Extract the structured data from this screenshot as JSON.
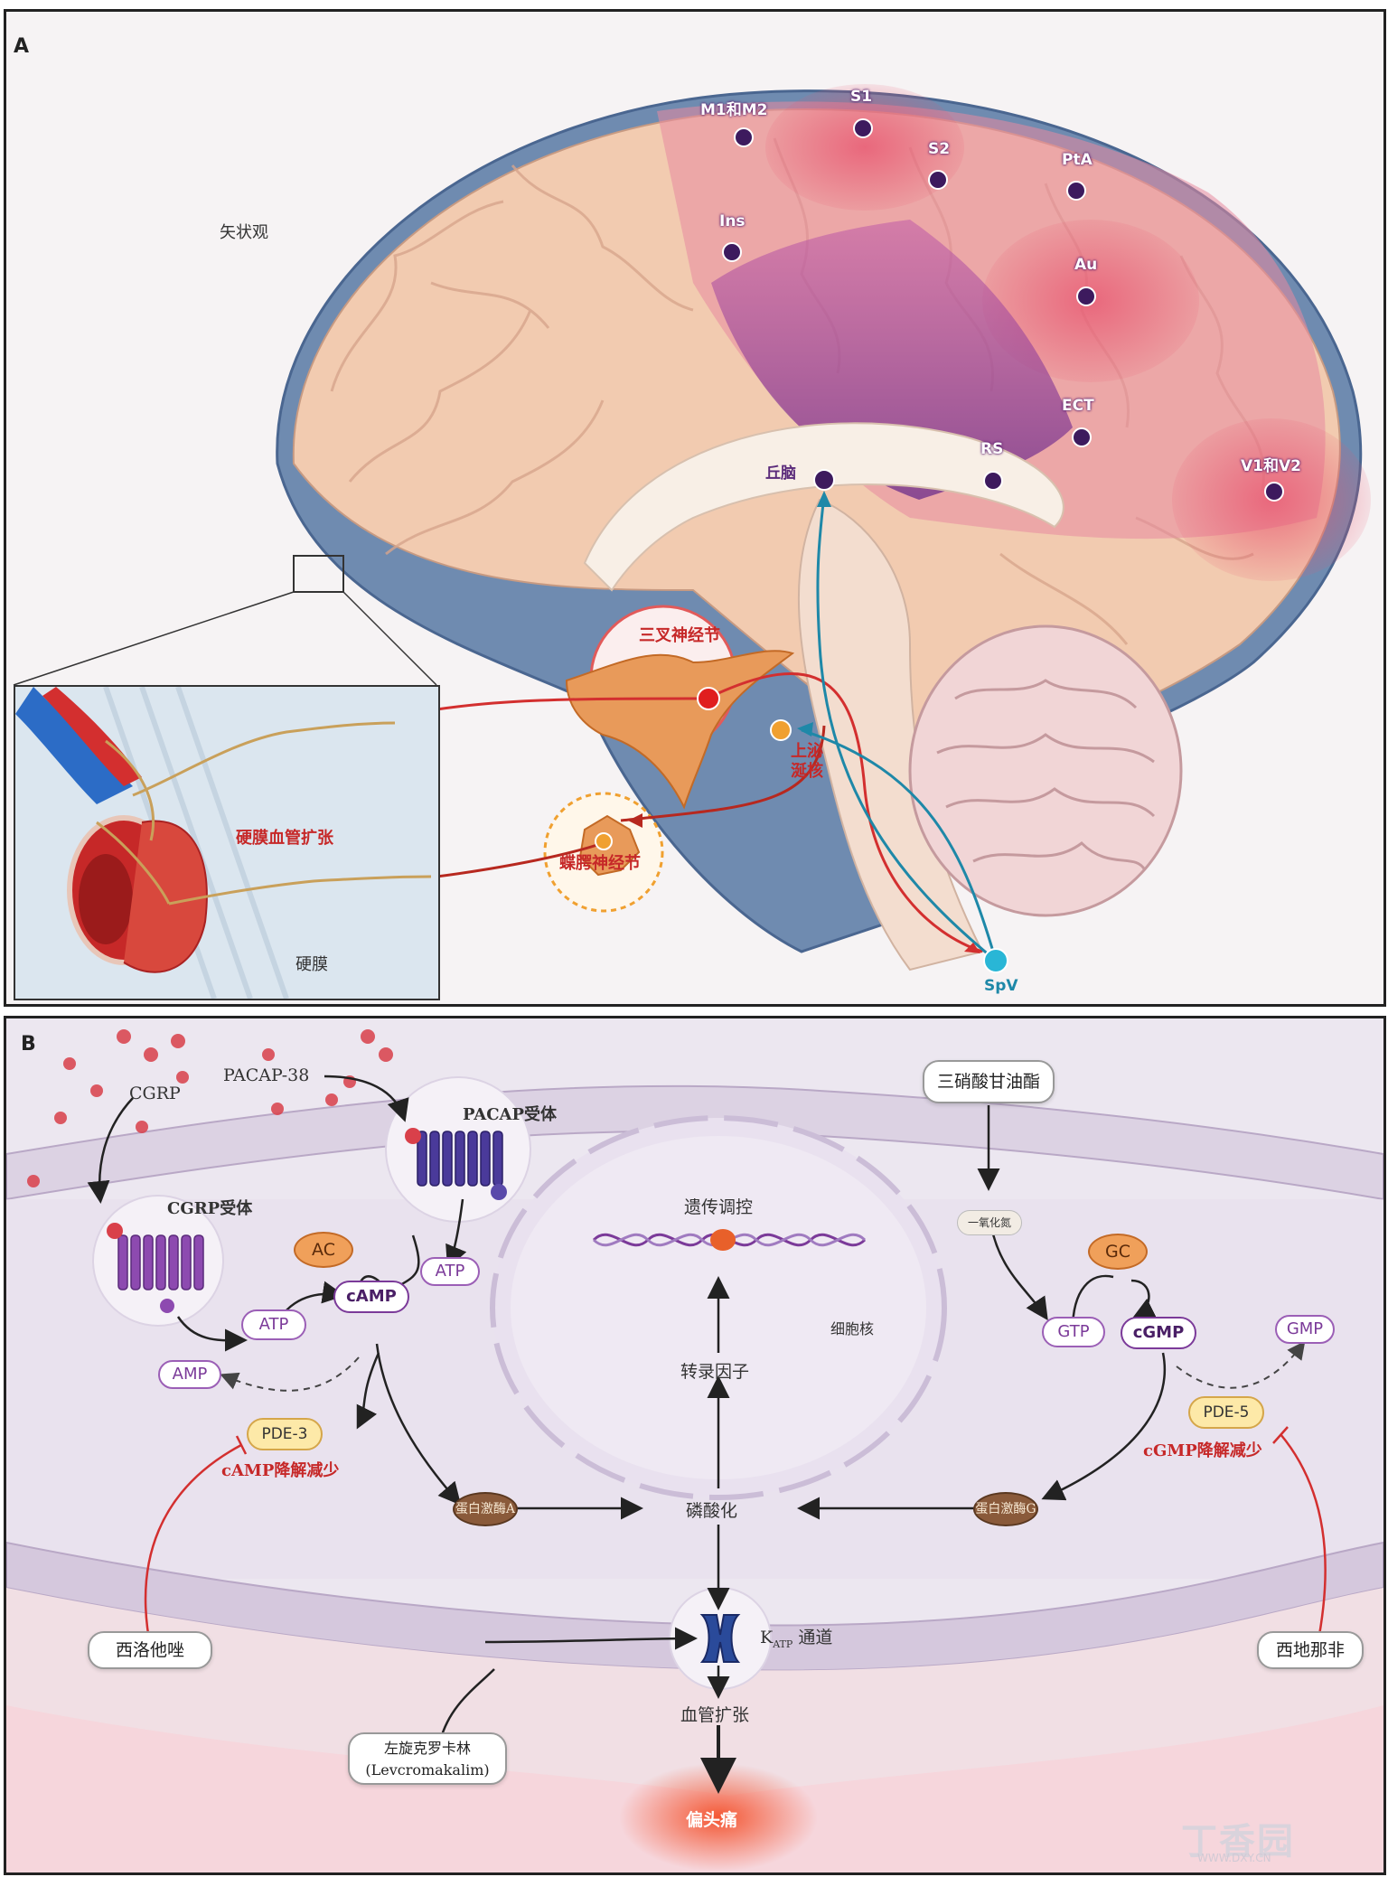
{
  "panel_a": {
    "letter": "A",
    "view_label": "矢状观",
    "regions": [
      {
        "id": "m1m2",
        "label": "M1和M2"
      },
      {
        "id": "s1",
        "label": "S1"
      },
      {
        "id": "s2",
        "label": "S2"
      },
      {
        "id": "pta",
        "label": "PtA"
      },
      {
        "id": "ins",
        "label": "Ins"
      },
      {
        "id": "au",
        "label": "Au"
      },
      {
        "id": "ect",
        "label": "ECT"
      },
      {
        "id": "rs",
        "label": "RS"
      },
      {
        "id": "v1v2",
        "label": "V1和V2"
      },
      {
        "id": "thalamus",
        "label": "丘脑"
      }
    ],
    "trigeminal_ganglion": "三叉神经节",
    "sup_salivatory_line1": "上泌",
    "sup_salivatory_line2": "涎核",
    "sphenopalatine_ganglion": "蝶腭神经节",
    "spv": "SpV",
    "dural_dilation": "硬膜血管扩张",
    "dura": "硬膜"
  },
  "panel_b": {
    "letter": "B",
    "cgrp": "CGRP",
    "pacap": "PACAP-38",
    "cgrp_receptor": "CGRP受体",
    "pacap_receptor": "PACAP受体",
    "ac": "AC",
    "atp_left": "ATP",
    "atp_right": "ATP",
    "camp": "cAMP",
    "amp": "AMP",
    "pde3": "PDE-3",
    "camp_reduced": "cAMP降解减少",
    "cilostazol": "西洛他唑",
    "pka": "蛋白激酶A",
    "nitroglycerin": "三硝酸甘油酯",
    "no": "一氧化氮",
    "gc": "GC",
    "gtp": "GTP",
    "cgmp": "cGMP",
    "gmp": "GMP",
    "pde5": "PDE-5",
    "cgmp_reduced": "cGMP降解减少",
    "sildenafil": "西地那非",
    "pkg": "蛋白激酶G",
    "epigenetic": "遗传调控",
    "nucleus": "细胞核",
    "transcription": "转录因子",
    "phosphorylation": "磷酸化",
    "katp_k": "K",
    "katp_sub": "ATP",
    "katp_tail": "通道",
    "levcromakalim_cn": "左旋克罗卡林",
    "levcromakalim_en": "(Levcromakalim)",
    "vasodilation": "血管扩张",
    "migraine": "偏头痛"
  },
  "watermark": {
    "brand": "丁香园",
    "url": "WWW.DXY.CN"
  },
  "colors": {
    "red_path": "#d32f2f",
    "blue_path": "#1e88a8",
    "purple": "#6a2c8a",
    "cortex_pink": "#e89aa6"
  }
}
